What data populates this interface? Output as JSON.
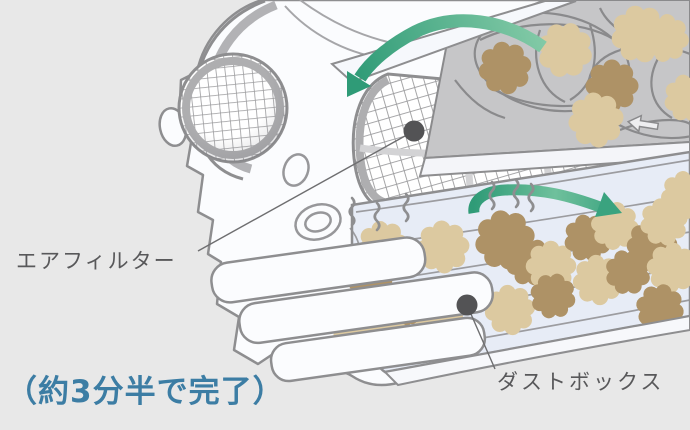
{
  "figure": {
    "type": "appliance-cutaway-diagram",
    "caption": "（約3分半で完了）",
    "labels": {
      "air_filter": "エアフィルター",
      "dust_box": "ダストボックス"
    },
    "icons": {
      "airflow_arrow": "curved green arrow showing dust path",
      "dust_cluster": "tan flower-shaped dust blob",
      "filter_mesh": "white cross-hatch mesh of cylindrical air filter",
      "label_dot": "dark callout anchor dot",
      "panel_direction_arrow": "small outlined arrow on grille panel"
    },
    "colors": {
      "background": "#e8e8e8",
      "machine_fill": "#fbfcfe",
      "machine_line": "#8e8e90",
      "inner_line": "#a6a6a9",
      "panel_fill": "#c6c6c8",
      "panel_line": "#8a8a8c",
      "lid_fill": "#f4f5f9",
      "dustbox_fill": "#e7ecf6",
      "dustbox_line": "#8e8e90",
      "mesh_line": "#9c9c9e",
      "rim": "#aeaeb0",
      "arrow_green": "#2f9b77",
      "arrow_green_light": "#85cba8",
      "dust_light": "#dcc9a0",
      "dust_dark": "#ae9266",
      "dot": "#535355",
      "leader_line": "#6e6e70",
      "label_text": "#58585a",
      "caption_blue": "#3c7da4"
    }
  }
}
